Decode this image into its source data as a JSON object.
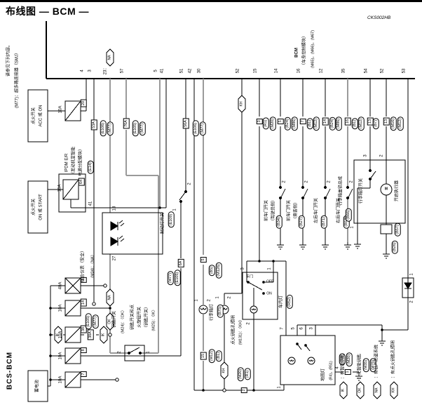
{
  "header": {
    "title": "布线图 — BCM —",
    "code": "CKS002HB"
  },
  "notes": {
    "ref1": "请参见下列内容。",
    "ref2": "(M77)：超多路连接器（SMJ）",
    "page_code": "BCS-BCM"
  },
  "bcm": {
    "name": "BCM",
    "sub": "（车身控制模块）",
    "conn": "(M65)，(M66)，(M67)"
  },
  "pins": {
    "p4": "4",
    "p3": "3",
    "p23": "23：",
    "p57": "57",
    "p5": "5",
    "p41": "41",
    "p51": "51",
    "p42": "42",
    "p30": "30",
    "p52a": "52",
    "p15": "15",
    "p14": "14",
    "p16": "16",
    "p12": "12",
    "p35": "35",
    "p54": "54",
    "p52b": "52",
    "p53": "53"
  },
  "power": {
    "ign_acc1": "点火开关",
    "ign_acc2": "ACC 或 ON",
    "ign_on1": "点火开关",
    "ign_on2": "ON 或 START",
    "battery": "蓄电池",
    "a10": "10A",
    "a40": "40A",
    "f20": "20",
    "f64": "64",
    "fJ": "J",
    "f14": "14",
    "f38": "38",
    "f8": "8",
    "f7": "7",
    "ipdm1": "IPDM E/R",
    "ipdm2": "（发动机室智能",
    "ipdm3": "电源分配模块）",
    "ipdm_conn": "(E14)",
    "ipdm_pin": "41"
  },
  "smj": {
    "s53": "53A",
    "s76": "76A",
    "s56": "56A",
    "s6": "6A",
    "s38": "38A"
  },
  "ovals": {
    "e105": "(E105)",
    "e106": "(E106)",
    "m77": "(M77)",
    "r1": "(R1)",
    "m20": "(M20)",
    "b24": "(B24)",
    "m86": "(M86)",
    "b1": "(B1)",
    "m12": "(M12)",
    "b7": "(B7)",
    "m16": "(M16)",
    "b5": "(B5)",
    "m126": "(M126)",
    "m35": "(M35)",
    "m76": "(M76)",
    "b26": "(B26)",
    "b57": "(B57)",
    "e109": "(E109)",
    "b75": "(B75)",
    "b34": "(B34)",
    "b27": "(B27)",
    "b71": "(B71)",
    "b53": "(B53)",
    "b66": "(B66)",
    "r52": "(R52)"
  },
  "meter": {
    "l1": "组合仪表（安全）",
    "l2": "(M34)：〈NA〉",
    "p18": "18",
    "p27": "27"
  },
  "keysw": {
    "l1": "钥匙开关",
    "l2": "(M24)：〈OK〉",
    "k1": "钥匙开关和点",
    "k2": "火旋钮开关",
    "k3": "（钥匙开关）",
    "k4": "(M25)：〈IK〉",
    "p2": "2",
    "p1": "1"
  },
  "brake": {
    "l1": "制动灯开关",
    "p1": "1",
    "p2": "2"
  },
  "tlamp": {
    "l1": "行李箱灯",
    "p1": "1",
    "p2": "2"
  },
  "keyhole": {
    "l1": "点火钥匙孔照明",
    "l2": "(M131)：〈KH〉",
    "p1": "1",
    "p2": "2"
  },
  "interior": {
    "l1": "车内灯",
    "p3": "3",
    "p1": "1",
    "p2": "2",
    "door": "车门",
    "off": "OFF",
    "on": "ON"
  },
  "maplamp": {
    "l1": "地图灯",
    "conn": "(R4)，(R51)",
    "p7": "7",
    "p5": "5",
    "p6": "6",
    "p3": "3",
    "p1": "1",
    "p4": "4"
  },
  "doors": {
    "fl1": "前车门开关",
    "fl2": "（驾驶员侧）",
    "fr1": "前车门开关",
    "fr2": "（乘客侧）",
    "rl": "左后车门开关",
    "rr": "右后车门开关",
    "p2": "2"
  },
  "tlock": {
    "l1": "行李箱盖锁总成",
    "sw": "行李箱灯开关",
    "act": "开启执行器",
    "motor": "M",
    "p3": "3",
    "p2": "2",
    "p1": "1"
  },
  "diode": {
    "p1": "1",
    "p2": "2"
  },
  "conn": {
    "c3": "3",
    "c5": "5",
    "c7": "7",
    "c13": "13",
    "c14": "14",
    "c15": "15",
    "c16": "16",
    "c2": "2",
    "c1": "1",
    "c5b": "5"
  },
  "legend": {
    "ik": "IK",
    "ok": "OK",
    "na": "NA",
    "kh": "KH",
    "ik_t": "：有智能钥匙",
    "ok_t": "：无智能钥匙",
    "na_t": "：有日产防盗系统",
    "kh_t": "：有点火钥匙孔照明"
  }
}
